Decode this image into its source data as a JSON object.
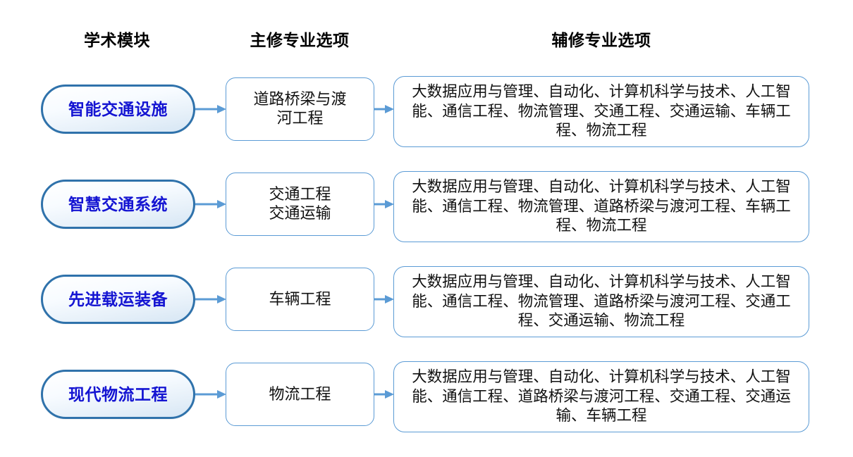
{
  "headers": {
    "module": "学术模块",
    "major": "主修专业选项",
    "minor": "辅修专业选项"
  },
  "colors": {
    "pill_border": "#2f72ab",
    "pill_text": "#1414d2",
    "box_border": "#5b9bd5",
    "arrow": "#5b9bd5",
    "background": "#ffffff",
    "body_text": "#111111"
  },
  "rows": [
    {
      "module": "智能交通设施",
      "major": "道路桥梁与渡\n河工程",
      "minor": "大数据应用与管理、自动化、计算机科学与技术、人工智能、通信工程、物流管理、交通工程、交通运输、车辆工程、物流工程"
    },
    {
      "module": "智慧交通系统",
      "major": "交通工程\n交通运输",
      "minor": "大数据应用与管理、自动化、计算机科学与技术、人工智能、通信工程、物流管理、道路桥梁与渡河工程、车辆工程、物流工程"
    },
    {
      "module": "先进载运装备",
      "major": "车辆工程",
      "minor": "大数据应用与管理、自动化、计算机科学与技术、人工智能、通信工程、物流管理、道路桥梁与渡河工程、交通工程、交通运输、物流工程"
    },
    {
      "module": "现代物流工程",
      "major": "物流工程",
      "minor": "大数据应用与管理、自动化、计算机科学与技术、人工智能、通信工程、道路桥梁与渡河工程、交通工程、交通运输、车辆工程"
    }
  ],
  "arrows": {
    "module_to_major": "arrow-right-icon",
    "major_to_minor": "arrow-right-icon"
  }
}
